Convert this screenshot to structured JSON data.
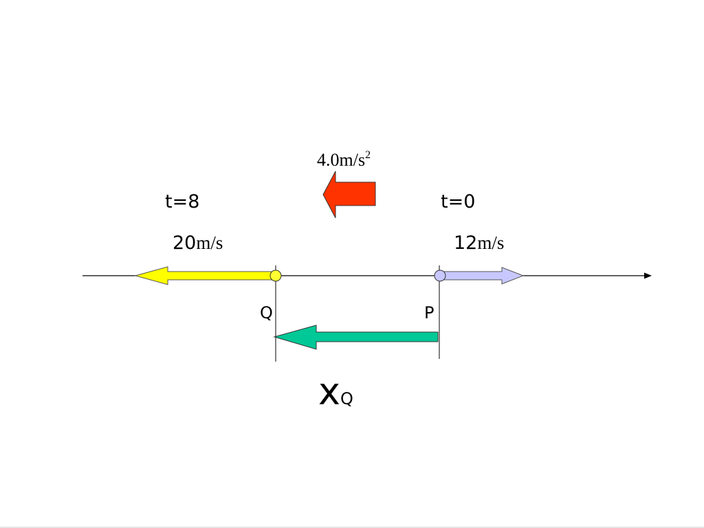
{
  "diagram": {
    "acceleration_label": {
      "value": "4.0m/s",
      "superscript": "2"
    },
    "time_q_label": "t=8",
    "time_p_label": "t=0",
    "velocity_q_label": {
      "number": "20",
      "unit": "m/s"
    },
    "velocity_p_label": {
      "number": "12",
      "unit": "m/s"
    },
    "point_q_label": "Q",
    "point_p_label": "P",
    "displacement_label": {
      "symbol": "x",
      "subscript": "Q"
    }
  },
  "colors": {
    "acceleration_arrow": "#ff3300",
    "velocity_q_arrow": "#ffff00",
    "velocity_p_arrow": "#c8c8ff",
    "displacement_arrow": "#00c896",
    "point_q_fill": "#ffff33",
    "point_p_fill": "#c8c8ff",
    "line": "#000000"
  }
}
